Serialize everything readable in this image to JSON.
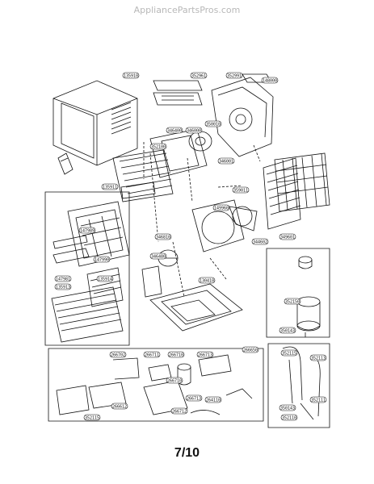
{
  "watermark": "AppliancePartsPros.com",
  "page_number": "7/10",
  "part_labels": [
    "135910",
    "352961",
    "352991",
    "148000",
    "346400",
    "346000",
    "350010",
    "352100",
    "346001",
    "135911",
    "147989",
    "147990",
    "147981",
    "135913",
    "135914",
    "359011",
    "149960",
    "344602",
    "349601",
    "346810",
    "346480",
    "130410",
    "352150",
    "350143",
    "266710",
    "266713",
    "266702",
    "266711",
    "266712",
    "266713",
    "266650",
    "266710",
    "264110",
    "352115",
    "352110",
    "352113",
    "352111",
    "350143",
    "266612",
    "352115"
  ]
}
